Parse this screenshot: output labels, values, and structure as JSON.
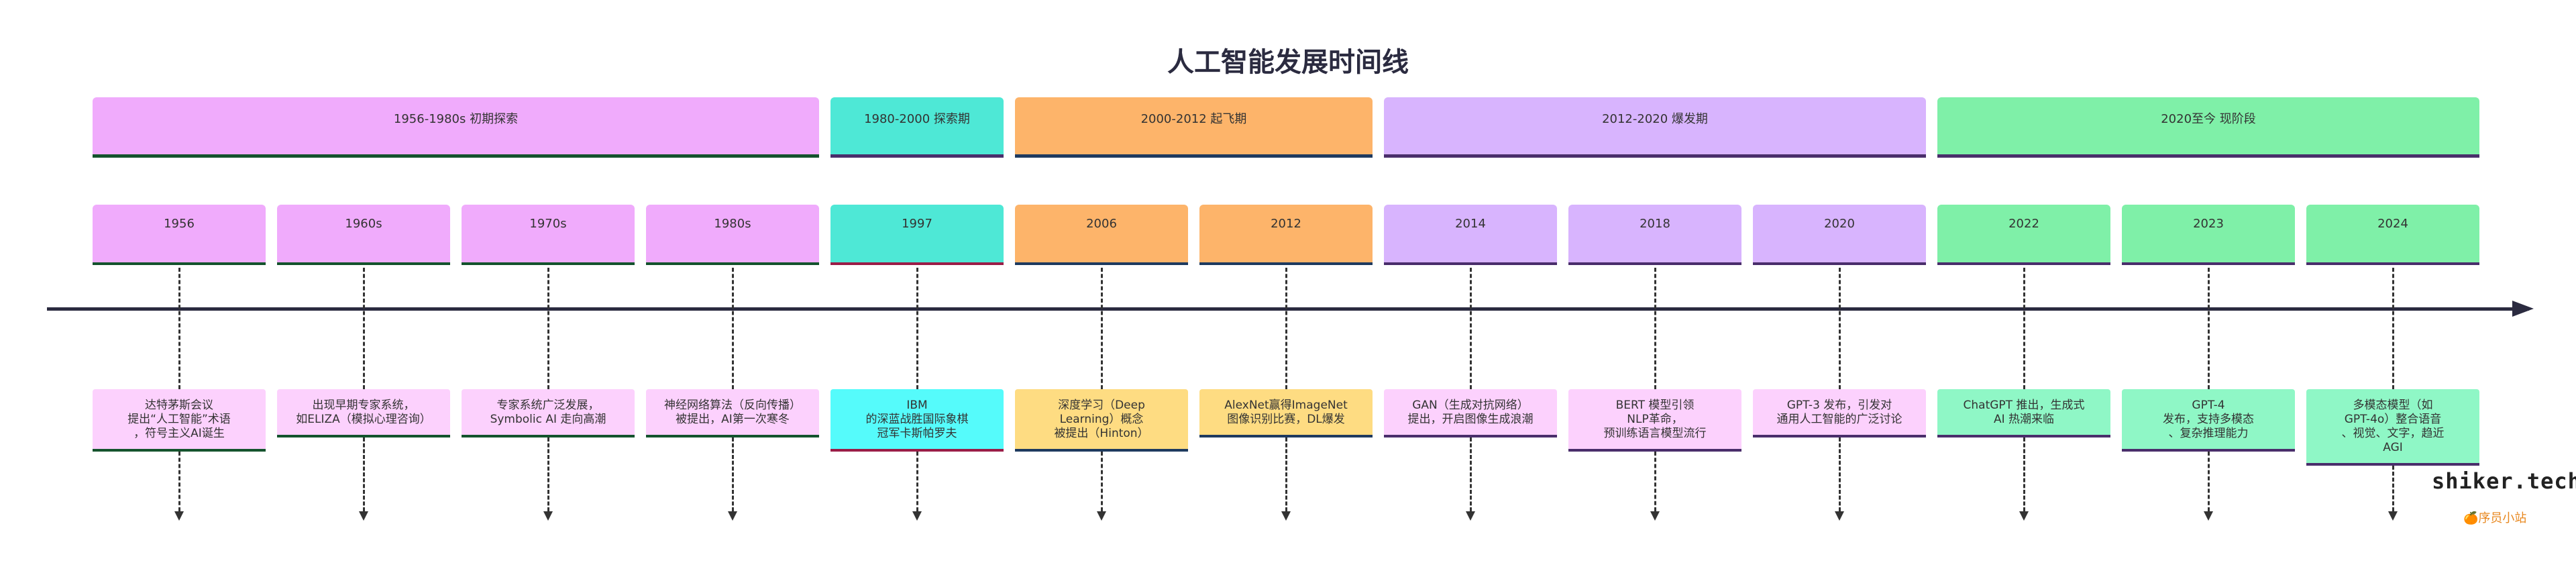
{
  "title": "人工智能发展时间线",
  "colors": {
    "axis": "#2b2b40"
  },
  "periods": [
    {
      "label": "1956-1980s 初期探索",
      "bg": "#f0abfc",
      "border": "#14532d"
    },
    {
      "label": "1980-2000 探索期",
      "bg": "#4ee8d6",
      "border": "#4a2e6b"
    },
    {
      "label": "2000-2012 起飞期",
      "bg": "#fdb46a",
      "border": "#1e3a5f"
    },
    {
      "label": "2012-2020 爆发期",
      "bg": "#d8b4fe",
      "border": "#4a2e6b"
    },
    {
      "label": "2020至今 现阶段",
      "bg": "#7ff0a8",
      "border": "#4a2e6b"
    }
  ],
  "milestones": [
    {
      "year": "1956",
      "yearBg": "#f0abfc",
      "yearBorder": "#14532d",
      "event": "达特茅斯会议\n提出“人工智能”术语\n，符号主义AI诞生",
      "eventBg": "#fcd1fd",
      "eventBorder": "#14532d"
    },
    {
      "year": "1960s",
      "yearBg": "#f0abfc",
      "yearBorder": "#14532d",
      "event": "出现早期专家系统，\n如ELIZA（模拟心理咨询）",
      "eventBg": "#fcd1fd",
      "eventBorder": "#14532d"
    },
    {
      "year": "1970s",
      "yearBg": "#f0abfc",
      "yearBorder": "#14532d",
      "event": "专家系统广泛发展，\nSymbolic AI 走向高潮",
      "eventBg": "#fcd1fd",
      "eventBorder": "#14532d"
    },
    {
      "year": "1980s",
      "yearBg": "#f0abfc",
      "yearBorder": "#14532d",
      "event": "神经网络算法（反向传播）\n被提出，AI第一次寒冬",
      "eventBg": "#fcd1fd",
      "eventBorder": "#14532d"
    },
    {
      "year": "1997",
      "yearBg": "#4ee8d6",
      "yearBorder": "#9b1d47",
      "event": "IBM\n的深蓝战胜国际象棋\n冠军卡斯帕罗夫",
      "eventBg": "#55fbfb",
      "eventBorder": "#9b1d47"
    },
    {
      "year": "2006",
      "yearBg": "#fdb46a",
      "yearBorder": "#1e3a5f",
      "event": "深度学习（Deep\nLearning）概念\n被提出（Hinton）",
      "eventBg": "#fedc82",
      "eventBorder": "#1e3a5f"
    },
    {
      "year": "2012",
      "yearBg": "#fdb46a",
      "yearBorder": "#1e3a5f",
      "event": "AlexNet赢得ImageNet\n图像识别比赛，DL爆发",
      "eventBg": "#fedc82",
      "eventBorder": "#1e3a5f"
    },
    {
      "year": "2014",
      "yearBg": "#d8b4fe",
      "yearBorder": "#4a2e6b",
      "event": "GAN（生成对抗网络）\n提出，开启图像生成浪潮",
      "eventBg": "#fcd1fd",
      "eventBorder": "#4a2e6b"
    },
    {
      "year": "2018",
      "yearBg": "#d8b4fe",
      "yearBorder": "#4a2e6b",
      "event": "BERT 模型引领\nNLP革命，\n预训练语言模型流行",
      "eventBg": "#fcd1fd",
      "eventBorder": "#4a2e6b"
    },
    {
      "year": "2020",
      "yearBg": "#d8b4fe",
      "yearBorder": "#4a2e6b",
      "event": "GPT-3 发布，引发对\n通用人工智能的广泛讨论",
      "eventBg": "#fcd1fd",
      "eventBorder": "#4a2e6b"
    },
    {
      "year": "2022",
      "yearBg": "#7ff0a8",
      "yearBorder": "#4a2e6b",
      "event": "ChatGPT 推出，生成式\nAI 热潮来临",
      "eventBg": "#8ff7c6",
      "eventBorder": "#4a2e6b"
    },
    {
      "year": "2023",
      "yearBg": "#7ff0a8",
      "yearBorder": "#4a2e6b",
      "event": "GPT-4\n发布，支持多模态\n、复杂推理能力",
      "eventBg": "#8ff7c6",
      "eventBorder": "#4a2e6b"
    },
    {
      "year": "2024",
      "yearBg": "#7ff0a8",
      "yearBorder": "#4a2e6b",
      "event": "多模态模型（如\nGPT-4o）整合语音\n、视觉、文字，趋近\nAGI",
      "eventBg": "#8ff7c6",
      "eventBorder": "#4a2e6b"
    }
  ],
  "watermark": {
    "main": "shiker.tech",
    "sub": "🍊序员小站"
  }
}
